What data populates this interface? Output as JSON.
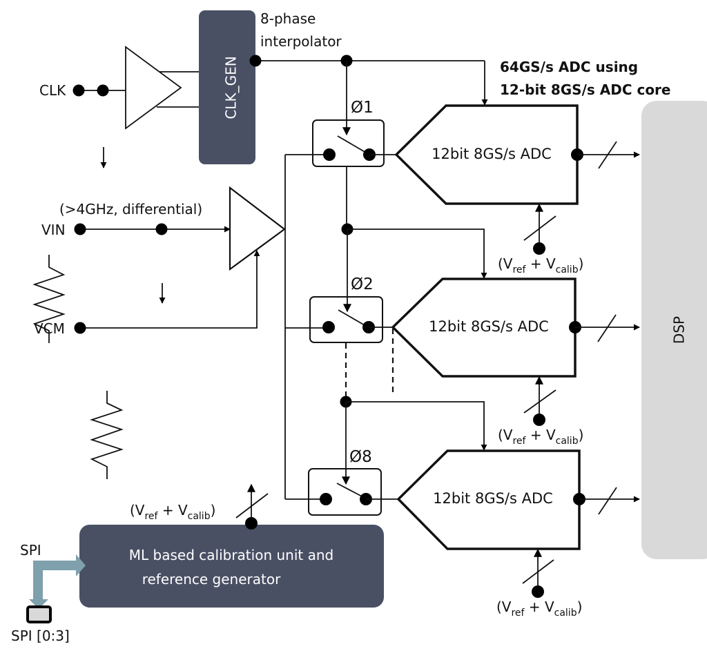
{
  "diagram": {
    "title_line1": "64GS/s ADC using",
    "title_line2": "12-bit 8GS/s ADC core",
    "clk_gen": {
      "label": "CLK_GEN",
      "color": "#4a5064"
    },
    "interpolator_line1": "8-phase",
    "interpolator_line2": "interpolator",
    "clk_input": "CLK",
    "vin_input": "VIN",
    "vcm_input": "VCM",
    "vin_note": "(>4GHz, differential)",
    "phases": [
      "Ø1",
      "Ø2",
      "Ø8"
    ],
    "adcs": [
      {
        "label": "12bit 8GS/s ADC"
      },
      {
        "label": "12bit 8GS/s ADC"
      },
      {
        "label": "12bit 8GS/s ADC"
      }
    ],
    "vref": {
      "open": "(V",
      "ref_sub": "ref",
      "plus": " + V",
      "calib_sub": "calib",
      "close": ")"
    },
    "dsp": {
      "label": "DSP",
      "color": "#d9d9d9"
    },
    "ml_unit": {
      "line1": "ML based calibration unit and",
      "line2": "reference generator",
      "color": "#4a5064"
    },
    "spi": {
      "label": "SPI",
      "port_label": "SPI [0:3]",
      "arrow_color": "#7fa0ad",
      "port_fill": "#d9d9d9"
    }
  }
}
